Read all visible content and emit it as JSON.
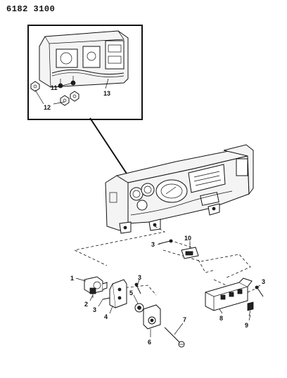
{
  "document_number": "6182 3100",
  "callouts": {
    "c1": "1",
    "c2": "2",
    "c3a": "3",
    "c3b": "3",
    "c3c": "3",
    "c3d": "3",
    "c4": "4",
    "c5": "5",
    "c6": "6",
    "c7": "7",
    "c8": "8",
    "c9": "9",
    "c10": "10",
    "c11": "11",
    "c12": "12",
    "c13": "13"
  }
}
